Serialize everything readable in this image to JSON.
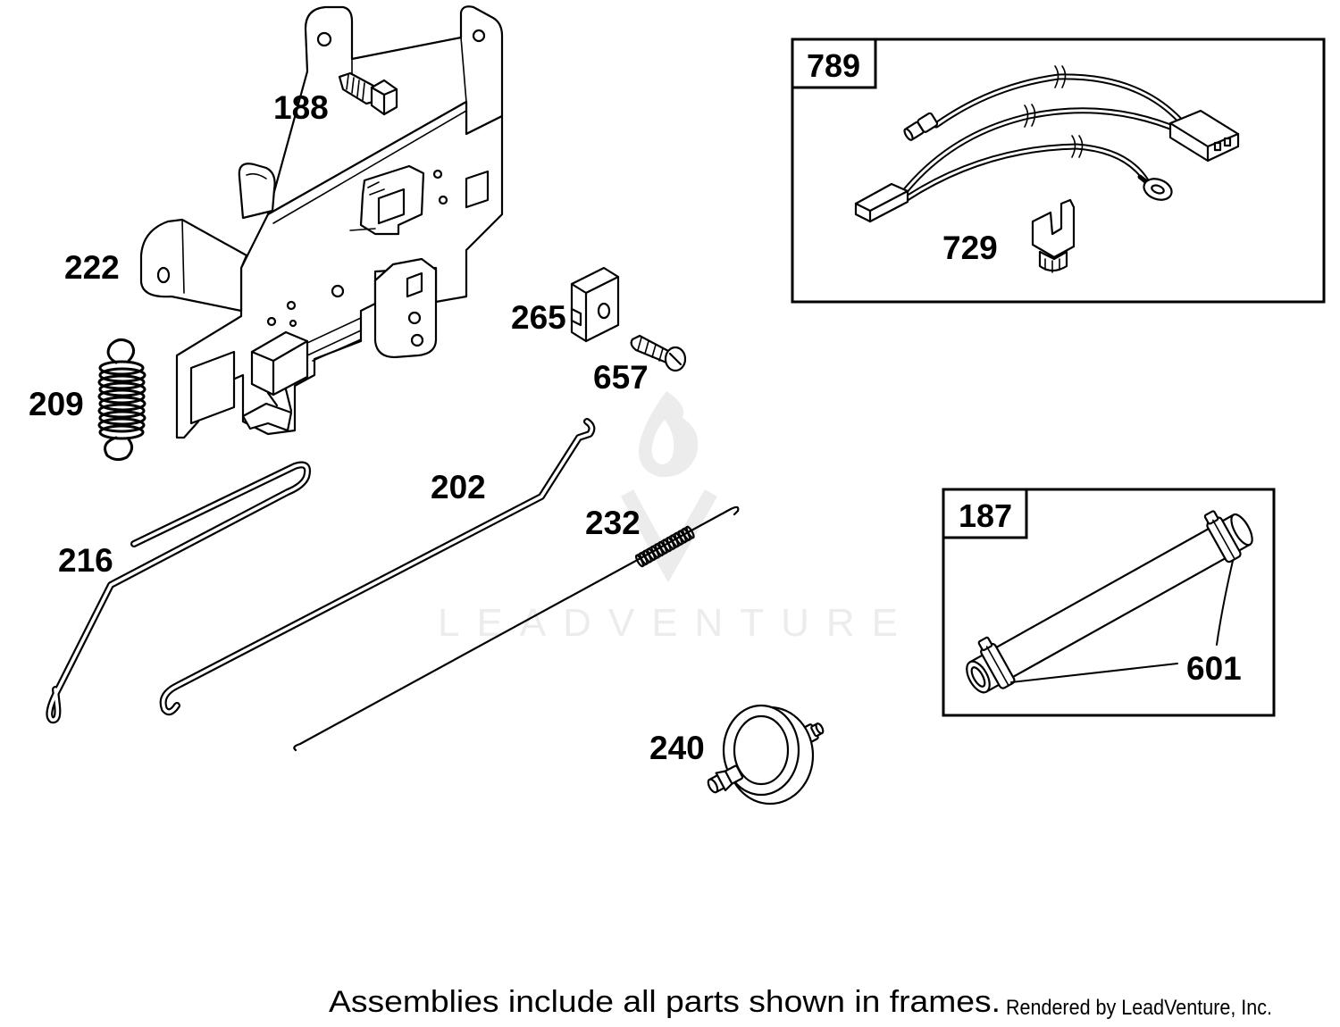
{
  "diagram": {
    "callouts": {
      "p188": "188",
      "p222": "222",
      "p209": "209",
      "p216": "216",
      "p202": "202",
      "p232": "232",
      "p240": "240",
      "p265": "265",
      "p657": "657",
      "p729": "729",
      "p601": "601"
    },
    "frames": {
      "assembly_789": {
        "label": "789"
      },
      "assembly_187": {
        "label": "187"
      }
    },
    "watermark": "LEADVENTURE",
    "footer": {
      "note": "Assemblies include all parts shown in frames.",
      "credit": "Rendered by LeadVenture, Inc."
    },
    "colors": {
      "line": "#000000",
      "background": "#ffffff",
      "watermark": "#ececec"
    }
  }
}
